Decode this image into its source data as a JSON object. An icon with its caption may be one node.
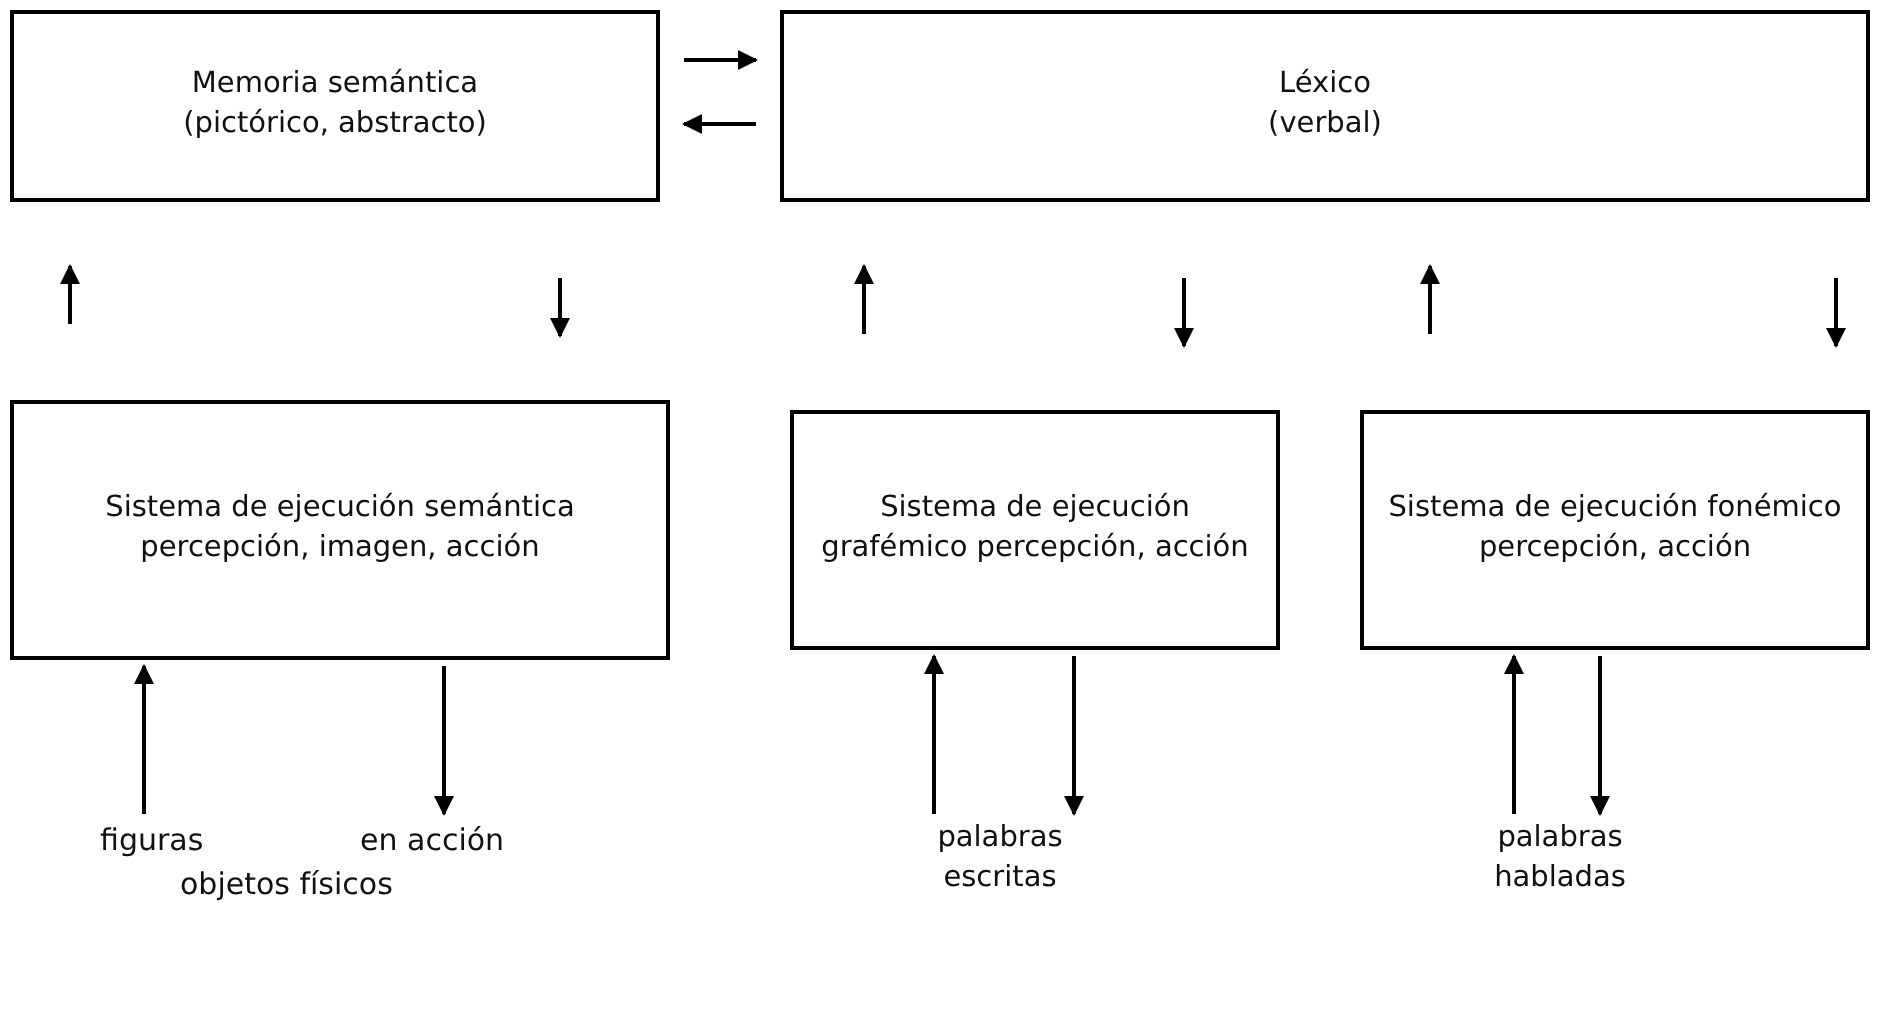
{
  "diagram": {
    "nodes": [
      {
        "text": [
          "Memoria semántica (pictórico, abstracto)"
        ]
      },
      {
        "text": [
          "Léxico (verbal)"
        ]
      },
      {
        "text": [
          "Sistema de ejecución semántica percepción, imagen, acción"
        ]
      },
      {
        "text": [
          "Sistema de ejecución grafémico percepción, acción"
        ]
      },
      {
        "text": [
          "Sistema de ejecución fonémico percepción, acción"
        ]
      },
      {
        "text": [
          "figuras",
          "en acción",
          "objetos físicos"
        ]
      },
      {
        "text": [
          "palabras escritas"
        ]
      },
      {
        "text": [
          "palabras habladas"
        ]
      }
    ],
    "edges": [
      {
        "from": 0,
        "to": 1,
        "arrow": "to"
      },
      {
        "from": 1,
        "to": 0,
        "arrow": "to"
      },
      {
        "from": 2,
        "to": 0,
        "arrow": "to"
      },
      {
        "from": 0,
        "to": 2,
        "arrow": "to"
      },
      {
        "from": 3,
        "to": 1,
        "arrow": "to"
      },
      {
        "from": 1,
        "to": 3,
        "arrow": "to"
      },
      {
        "from": 4,
        "to": 1,
        "arrow": "to"
      },
      {
        "from": 1,
        "to": 4,
        "arrow": "to"
      },
      {
        "from": 5,
        "to": 2,
        "arrow": "to"
      },
      {
        "from": 2,
        "to": 5,
        "arrow": "to"
      },
      {
        "from": 6,
        "to": 3,
        "arrow": "to"
      },
      {
        "from": 3,
        "to": 6,
        "arrow": "to"
      },
      {
        "from": 7,
        "to": 4,
        "arrow": "to"
      },
      {
        "from": 4,
        "to": 7,
        "arrow": "to"
      }
    ]
  }
}
